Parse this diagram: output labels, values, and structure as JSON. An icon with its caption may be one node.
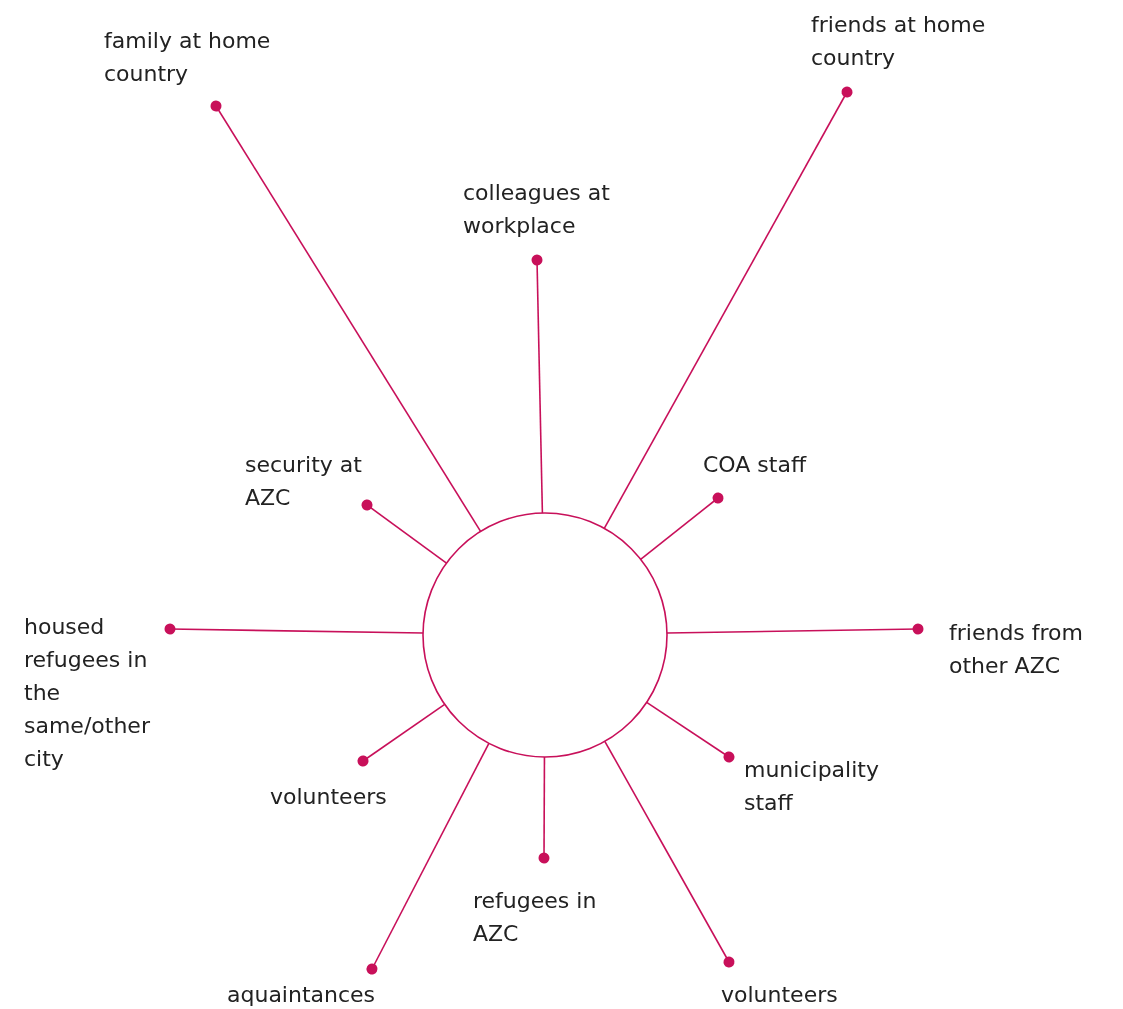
{
  "diagram": {
    "nodes": [
      {
        "text": [],
        "shape": "circle"
      },
      {
        "text": [
          "family at home country"
        ]
      },
      {
        "text": [
          "friends at home country"
        ]
      },
      {
        "text": [
          "colleagues at workplace"
        ]
      },
      {
        "text": [
          "security at AZC"
        ]
      },
      {
        "text": [
          "COA staff"
        ]
      },
      {
        "text": [
          "housed refugees in the same/other city"
        ]
      },
      {
        "text": [
          "friends from other AZC"
        ]
      },
      {
        "text": [
          "volunteers"
        ]
      },
      {
        "text": [
          "municipality staff"
        ]
      },
      {
        "text": [
          "refugees in AZC"
        ]
      },
      {
        "text": [
          "aquaintances"
        ]
      },
      {
        "text": [
          "volunteers"
        ]
      }
    ],
    "edges": [
      {
        "from": 0,
        "to": 1,
        "arrow": "other"
      },
      {
        "from": 0,
        "to": 2,
        "arrow": "other"
      },
      {
        "from": 0,
        "to": 3,
        "arrow": "other"
      },
      {
        "from": 0,
        "to": 4,
        "arrow": "other"
      },
      {
        "from": 0,
        "to": 5,
        "arrow": "other"
      },
      {
        "from": 0,
        "to": 6,
        "arrow": "other"
      },
      {
        "from": 0,
        "to": 7,
        "arrow": "other"
      },
      {
        "from": 0,
        "to": 8,
        "arrow": "other"
      },
      {
        "from": 0,
        "to": 9,
        "arrow": "other"
      },
      {
        "from": 0,
        "to": 10,
        "arrow": "other"
      },
      {
        "from": 0,
        "to": 11,
        "arrow": "other"
      },
      {
        "from": 0,
        "to": 12,
        "arrow": "other"
      }
    ]
  }
}
